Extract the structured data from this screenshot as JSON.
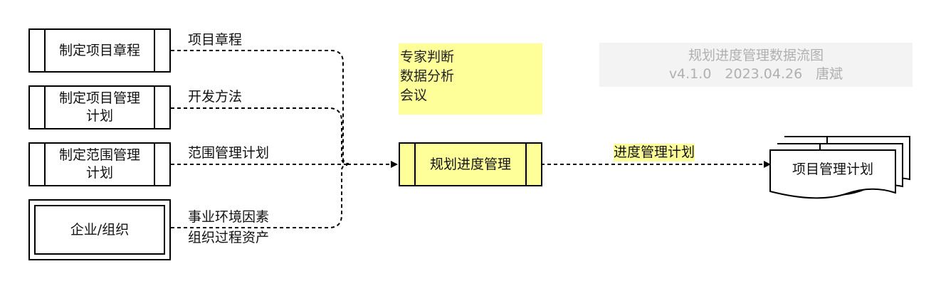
{
  "inputs": [
    {
      "process": "制定项目章程",
      "flow": "项目章程"
    },
    {
      "process": "制定项目管理\n计划",
      "flow": "开发方法"
    },
    {
      "process": "制定范围管理\n计划",
      "flow": "范围管理计划"
    }
  ],
  "external": {
    "label": "企业/组织",
    "flow_line1": "事业环境因素",
    "flow_line2": "组织过程资产"
  },
  "tools": {
    "line1": "专家判断",
    "line2": "数据分析",
    "line3": "会议"
  },
  "main_process": {
    "label": "规划进度管理"
  },
  "output": {
    "flow": "进度管理计划",
    "document": "项目管理计划"
  },
  "watermark": {
    "title": "规划进度管理数据流图",
    "meta": "v4.1.0　2023.04.26　唐斌"
  },
  "colors": {
    "highlight": "#ffff99",
    "line": "#000000"
  }
}
